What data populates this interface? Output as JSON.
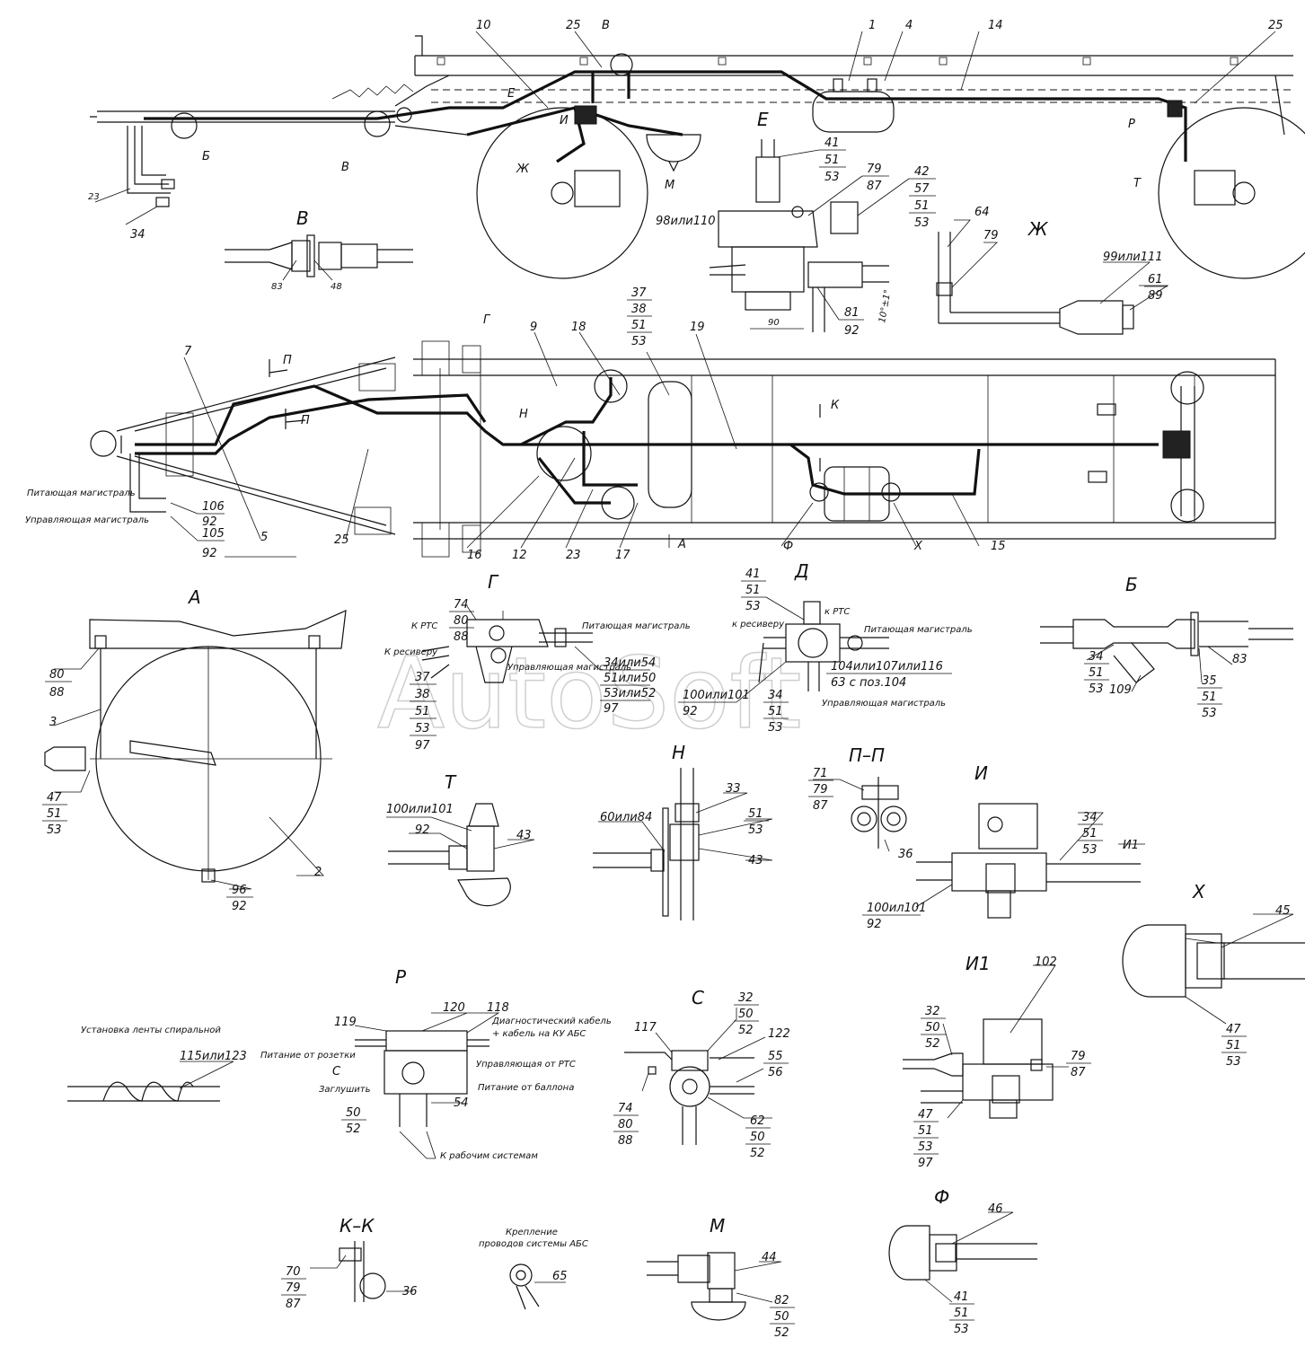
{
  "watermark": "AutoSoft",
  "views": {
    "A": "А",
    "B": "Б",
    "V": "В",
    "G": "Г",
    "D": "Д",
    "E": "Е",
    "Zh": "Ж",
    "I": "И",
    "I1": "И1",
    "KK": "К–К",
    "M": "М",
    "N": "Н",
    "PP": "П–П",
    "R": "Р",
    "S": "С",
    "T": "Т",
    "F": "Ф",
    "Kh": "Х"
  },
  "section_marks": {
    "P": "П",
    "K": "К",
    "G": "Г",
    "A": "А",
    "V": "В",
    "E": "Е",
    "I": "И",
    "Zh": "Ж",
    "M": "М",
    "R": "Р",
    "T": "Т",
    "B": "Б",
    "F": "Ф",
    "Kh": "Х",
    "N": "Н"
  },
  "top": {
    "callouts": [
      "10",
      "25",
      "1",
      "4",
      "14",
      "25",
      "23",
      "34"
    ],
    "e_callouts": [
      "41",
      "51",
      "53",
      "79",
      "87",
      "42",
      "57",
      "51",
      "53",
      "98или110",
      "81",
      "92"
    ],
    "e_dims": [
      "90",
      "10°±1°"
    ],
    "zh_callouts": [
      "64",
      "79",
      "99или111",
      "61",
      "89"
    ],
    "v_callouts": [
      "83",
      "48"
    ]
  },
  "plan": {
    "callouts": [
      "9",
      "18",
      "37",
      "38",
      "51",
      "53",
      "19",
      "7",
      "5",
      "25",
      "16",
      "12",
      "23",
      "17",
      "15",
      "106",
      "92",
      "105",
      "92"
    ],
    "supply_line": "Питающая магистраль",
    "control_line": "Управляющая магистраль"
  },
  "view_a": {
    "callouts": [
      "80",
      "88",
      "3",
      "47",
      "51",
      "53",
      "2",
      "96",
      "92"
    ]
  },
  "view_g": {
    "callouts": [
      "74",
      "80",
      "88",
      "37",
      "38",
      "51",
      "53",
      "97",
      "34или54",
      "51или50",
      "53или52",
      "97"
    ],
    "k_rts": "К РТС",
    "k_receiver": "К ресиверу",
    "supply": "Питающая магистраль",
    "control": "Управляющая магистраль"
  },
  "view_d": {
    "callouts": [
      "41",
      "51",
      "53",
      "104или107или116",
      "63 с поз.104",
      "100или101",
      "92",
      "34",
      "51",
      "53"
    ],
    "k_receiver": "к ресиверу",
    "k_rts": "к РТС",
    "supply": "Питающая магистраль",
    "control": "Управляющая магистраль"
  },
  "view_b": {
    "callouts": [
      "34",
      "51",
      "53",
      "109",
      "35",
      "51",
      "53",
      "83"
    ]
  },
  "view_t": {
    "callouts": [
      "100или101",
      "92",
      "43"
    ]
  },
  "view_n": {
    "callouts": [
      "60или84",
      "33",
      "51",
      "53",
      "43"
    ]
  },
  "view_pp": {
    "callouts": [
      "71",
      "79",
      "87",
      "36"
    ]
  },
  "view_i": {
    "callouts": [
      "34",
      "51",
      "53",
      "И1",
      "100ил101",
      "92"
    ]
  },
  "view_kh": {
    "callouts": [
      "45",
      "47",
      "51",
      "53"
    ]
  },
  "spiral": {
    "title": "Установка ленты спиральной",
    "callout": "115или123"
  },
  "view_r": {
    "callouts": [
      "119",
      "120",
      "118",
      "50",
      "52",
      "54"
    ],
    "notes": [
      "Диагностический кабель",
      "+ кабель на КУ АБС",
      "Питание от розетки",
      "Управляющая от РТС",
      "Заглушить",
      "Питание от баллона",
      "К рабочим системам",
      "С"
    ]
  },
  "view_s": {
    "callouts": [
      "117",
      "32",
      "50",
      "52",
      "122",
      "55",
      "56",
      "74",
      "80",
      "88",
      "62",
      "50",
      "52"
    ]
  },
  "view_i1": {
    "callouts": [
      "102",
      "32",
      "50",
      "52",
      "79",
      "87",
      "47",
      "51",
      "53",
      "97"
    ]
  },
  "view_kk": {
    "callouts": [
      "70",
      "79",
      "87",
      "36"
    ]
  },
  "abs": {
    "title1": "Крепление",
    "title2": "проводов системы АБС",
    "callout": "65"
  },
  "view_m": {
    "callouts": [
      "44",
      "82",
      "50",
      "52"
    ]
  },
  "view_f": {
    "callouts": [
      "46",
      "41",
      "51",
      "53"
    ]
  }
}
